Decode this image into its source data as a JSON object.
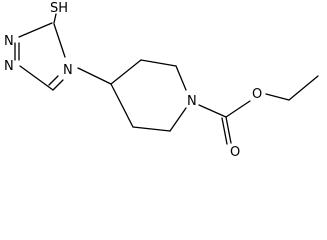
{
  "molecule": {
    "atoms": {
      "thiol": "SH",
      "triazole_n_top": "N",
      "triazole_n_bottom": "N",
      "triazole_n4": "N",
      "piperidine_n": "N",
      "ester_o": "O",
      "carbonyl_o": "O"
    },
    "colors": {
      "bond": "#000000",
      "label": "#000000",
      "background": "#ffffff"
    }
  }
}
